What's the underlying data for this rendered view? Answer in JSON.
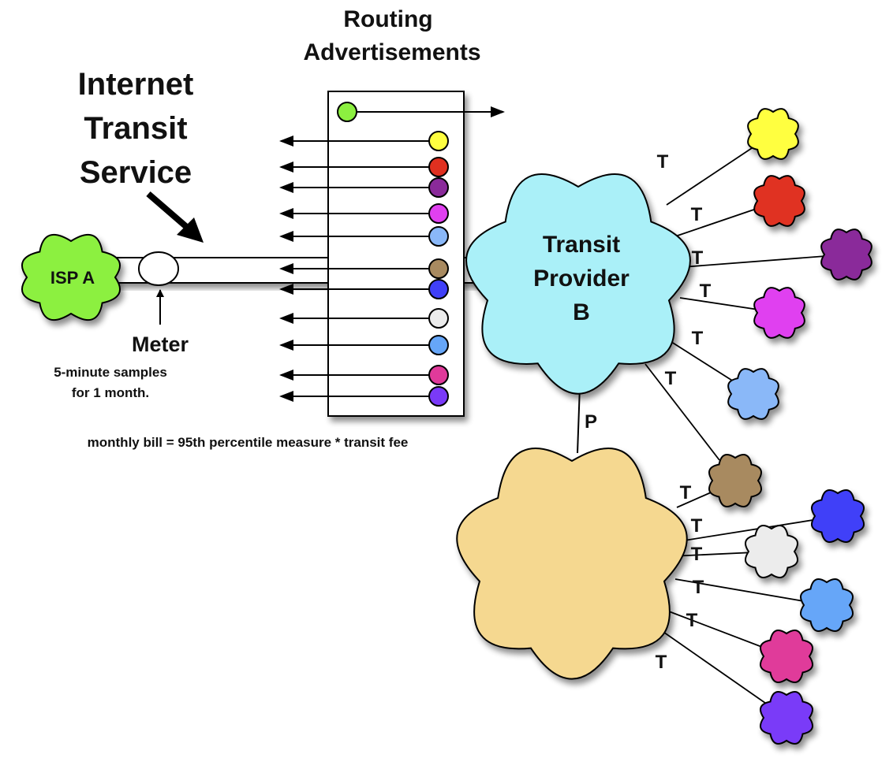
{
  "title": {
    "line1": "Routing",
    "line2": "Advertisements"
  },
  "service_label": {
    "line1": "Internet",
    "line2": "Transit",
    "line3": "Service"
  },
  "isp_a": {
    "label": "ISP A",
    "color": "#8cf040"
  },
  "meter": {
    "label": "Meter",
    "note_line1": "5-minute samples",
    "note_line2": "for 1 month."
  },
  "formula": "monthly bill = 95th percentile measure * transit fee",
  "transit_provider": {
    "line1": "Transit",
    "line2": "Provider",
    "line3": "B",
    "color": "#aaf0f8"
  },
  "peer_cloud": {
    "color": "#f5d890"
  },
  "link_labels": {
    "transit": "T",
    "peering": "P"
  },
  "advertisements": {
    "outbound": {
      "color": "#8cf040"
    },
    "inbound": [
      {
        "color": "#ffff40"
      },
      {
        "color": "#e03020"
      },
      {
        "color": "#8a2a9a"
      },
      {
        "color": "#e040f0"
      },
      {
        "color": "#8ab8f8"
      },
      {
        "color": "#a88a60"
      },
      {
        "color": "#4040f8"
      },
      {
        "color": "#ececec"
      },
      {
        "color": "#66a6f8"
      },
      {
        "color": "#e03a9a"
      },
      {
        "color": "#7a3af8"
      }
    ]
  },
  "customers_of_b": [
    {
      "color": "#ffff40"
    },
    {
      "color": "#e03020"
    },
    {
      "color": "#8a2a9a"
    },
    {
      "color": "#e040f0"
    },
    {
      "color": "#8ab8f8"
    }
  ],
  "customers_of_peer": [
    {
      "color": "#a88a60"
    },
    {
      "color": "#4040f8"
    },
    {
      "color": "#ececec"
    },
    {
      "color": "#66a6f8"
    },
    {
      "color": "#e03a9a"
    },
    {
      "color": "#7a3af8"
    }
  ]
}
